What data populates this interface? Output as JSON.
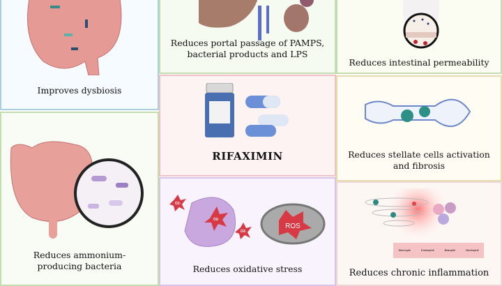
{
  "panels": {
    "dysbiosis": {
      "caption": "Improves dysbiosis"
    },
    "portal": {
      "caption_line1": "Reduces portal passage of PAMPS,",
      "caption_line2": "bacterial products and LPS"
    },
    "permeability": {
      "caption": "Reduces intestinal permeability"
    },
    "ammonium": {
      "caption_line1": "Reduces ammonium-",
      "caption_line2": "producing bacteria"
    },
    "rifaximin": {
      "title": "RIFAXIMIN"
    },
    "stellate": {
      "caption_line1": "Reduces stellate cells activation",
      "caption_line2": "and fibrosis"
    },
    "oxidative": {
      "caption": "Reduces oxidative stress",
      "ros_label": "ROS",
      "o2_label": "O2-"
    },
    "inflammation": {
      "caption": "Reduces chronic inflammation",
      "cells": [
        "Monocyte",
        "Eosinophil",
        "Basophil",
        "Neutrophil"
      ]
    }
  },
  "colors": {
    "blue": "#a9cfe0",
    "green": "#c5dcae",
    "pink": "#efc0c4",
    "purple": "#d6c3e6",
    "cream": "#e6dcae"
  }
}
